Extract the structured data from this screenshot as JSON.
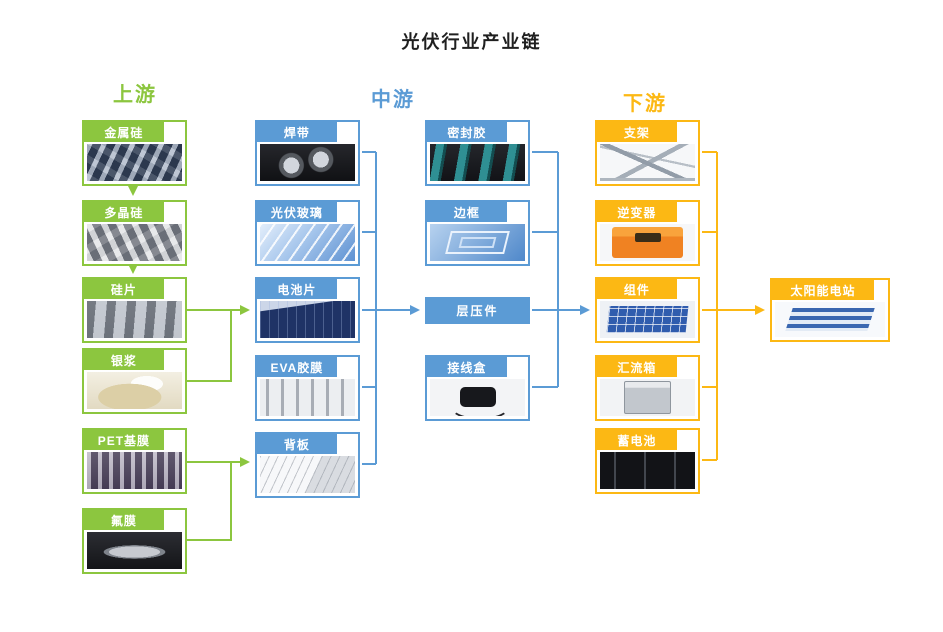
{
  "title": "光伏行业产业链",
  "colors": {
    "upstream": "#8CC63F",
    "midstream": "#5B9BD5",
    "downstream": "#FCB814"
  },
  "upstream": {
    "header": "上游",
    "items": [
      {
        "label": "金属硅",
        "photo": "metal-silicon-photo"
      },
      {
        "label": "多晶硅",
        "photo": "polysilicon-photo"
      },
      {
        "label": "硅片",
        "photo": "silicon-wafer-photo"
      },
      {
        "label": "银浆",
        "photo": "silver-paste-photo"
      },
      {
        "label": "PET基膜",
        "photo": "pet-base-film-photo"
      },
      {
        "label": "氟膜",
        "photo": "fluorine-film-photo"
      }
    ]
  },
  "midstream": {
    "header": "中游",
    "col1": [
      {
        "label": "焊带",
        "photo": "solder-ribbon-photo"
      },
      {
        "label": "光伏玻璃",
        "photo": "pv-glass-photo"
      },
      {
        "label": "电池片",
        "photo": "solar-cell-photo"
      },
      {
        "label": "EVA胶膜",
        "photo": "eva-film-photo"
      },
      {
        "label": "背板",
        "photo": "backsheet-photo"
      }
    ],
    "col2": [
      {
        "label": "密封胶",
        "photo": "sealant-photo"
      },
      {
        "label": "边框",
        "photo": "aluminum-frame-photo"
      },
      {
        "label": "层压件"
      },
      {
        "label": "接线盒",
        "photo": "junction-box-photo"
      }
    ]
  },
  "downstream": {
    "header": "下游",
    "items": [
      {
        "label": "支架",
        "photo": "bracket-photo"
      },
      {
        "label": "逆变器",
        "photo": "inverter-photo"
      },
      {
        "label": "组件",
        "photo": "module-photo"
      },
      {
        "label": "汇流箱",
        "photo": "combiner-box-photo"
      },
      {
        "label": "蓄电池",
        "photo": "storage-battery-photo"
      }
    ],
    "final": {
      "label": "太阳能电站",
      "photo": "solar-station-photo"
    }
  }
}
